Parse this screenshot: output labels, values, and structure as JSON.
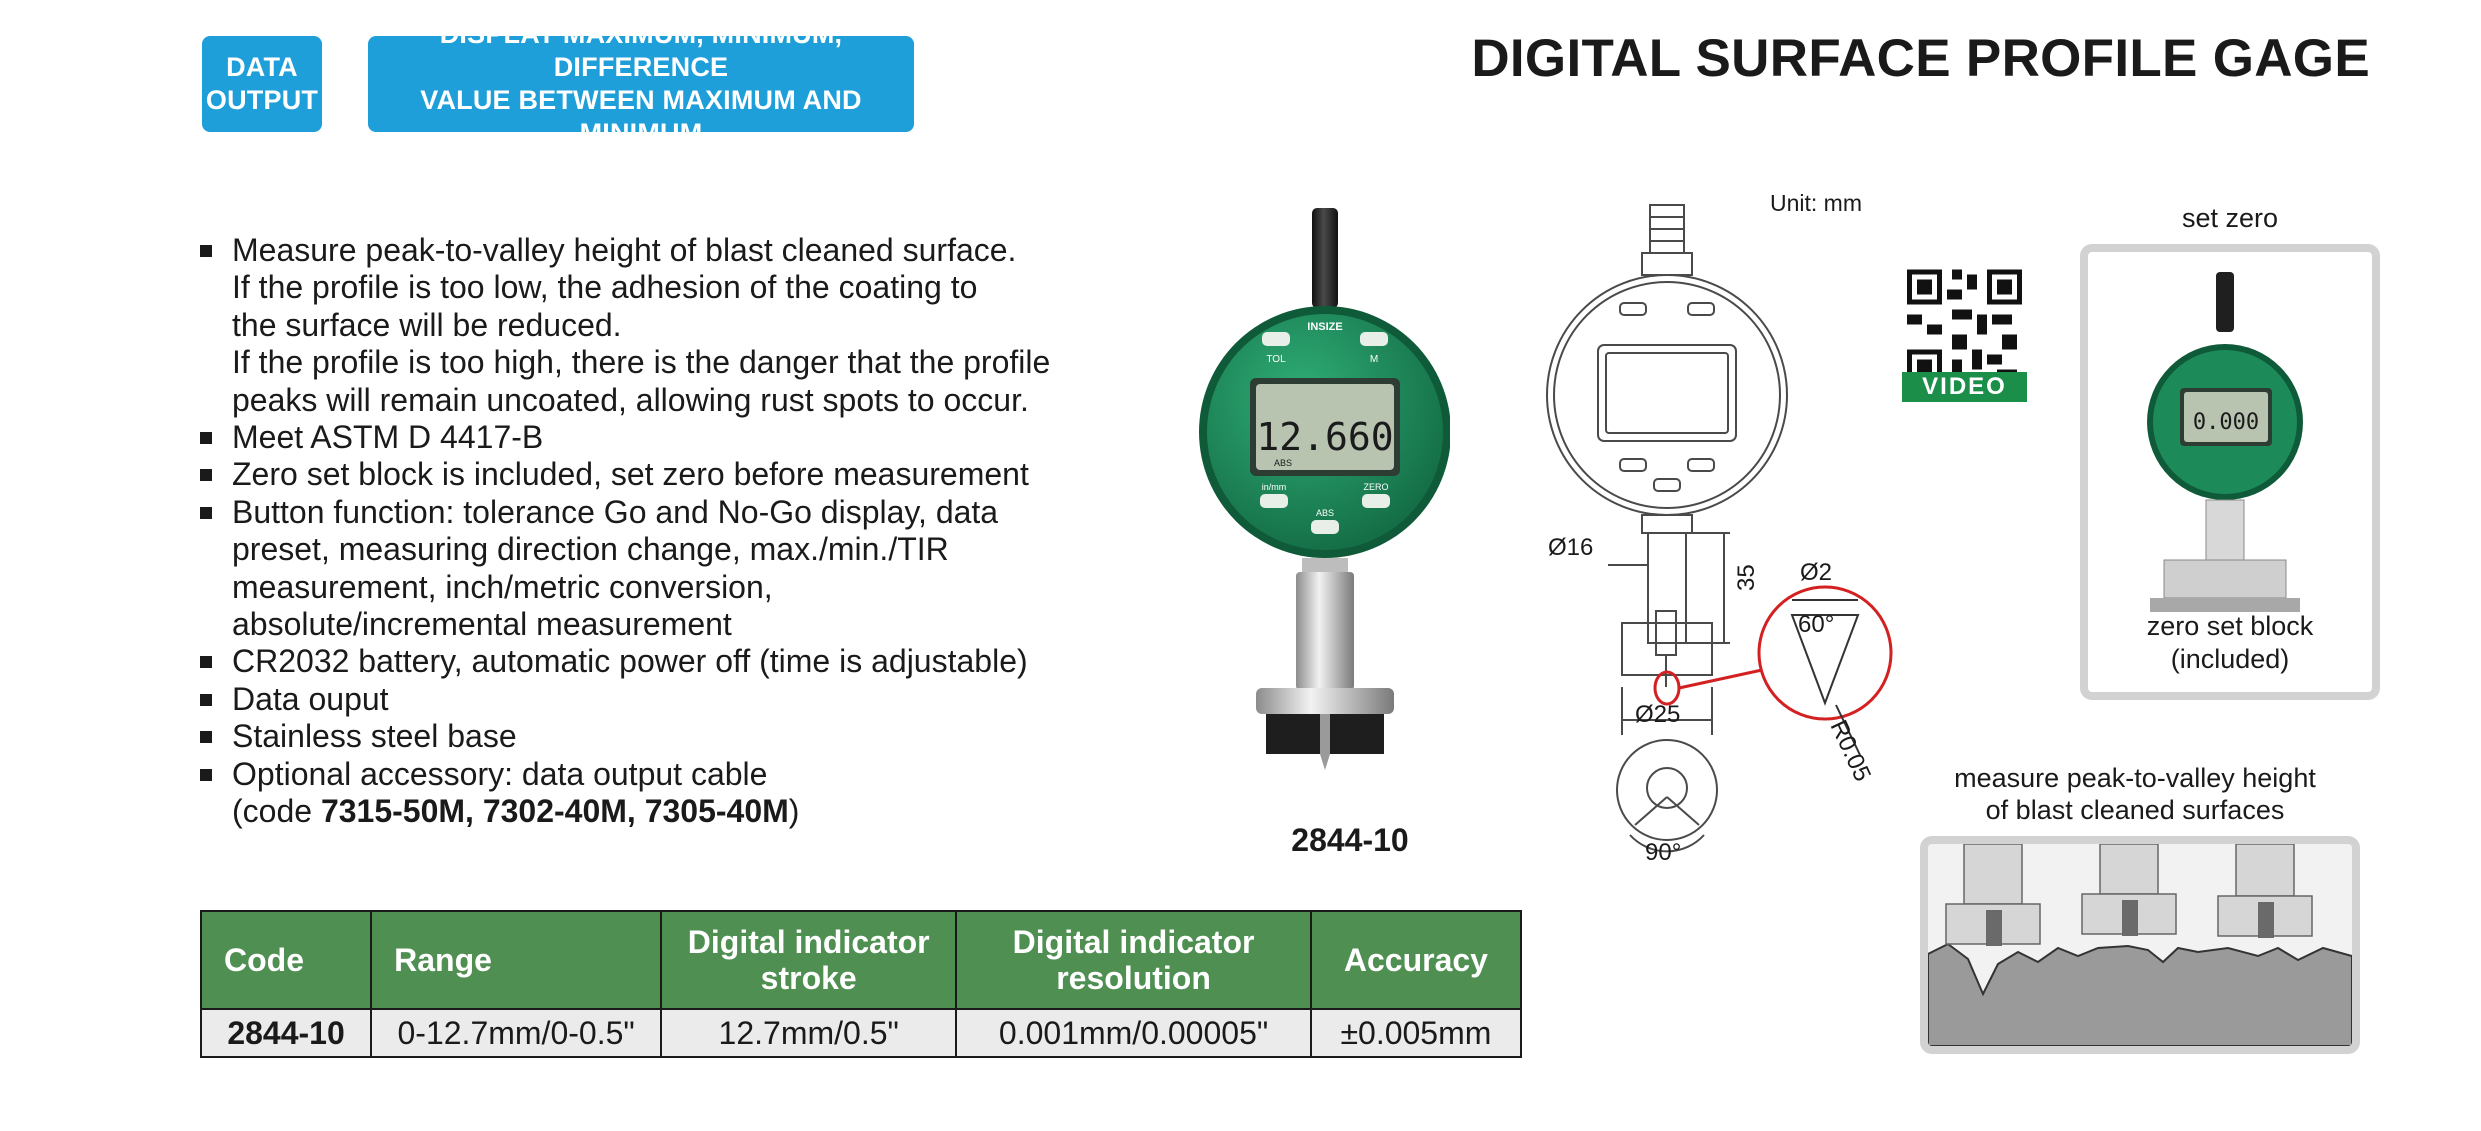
{
  "badges": {
    "data_output": [
      "DATA",
      "OUTPUT"
    ],
    "display": [
      "DISPLAY MAXIMUM, MINIMUM, DIFFERENCE",
      "VALUE BETWEEN MAXIMUM AND MINIMUM"
    ]
  },
  "title": "DIGITAL SURFACE PROFILE GAGE",
  "features": [
    [
      "Measure peak-to-valley height of blast cleaned surface.",
      "If the profile is too low, the adhesion of the coating to",
      "the surface will be reduced.",
      "If the profile is too high, there is the danger that the profile",
      "peaks will remain uncoated, allowing rust spots to occur."
    ],
    [
      "Meet ASTM D 4417-B"
    ],
    [
      "Zero set block is included, set zero before measurement"
    ],
    [
      "Button function: tolerance Go and No-Go display, data",
      "preset, measuring direction change, max./min./TIR",
      "measurement, inch/metric conversion,",
      "absolute/incremental measurement"
    ],
    [
      "CR2032 battery, automatic power off (time is adjustable)"
    ],
    [
      "Data ouput"
    ],
    [
      "Stainless steel base"
    ]
  ],
  "optional_accessory": {
    "line1": "Optional accessory: data output cable",
    "prefix": "(code ",
    "codes": "7315-50M, 7302-40M, 7305-40M",
    "suffix": ")"
  },
  "gauge": {
    "brand": "INSIZE",
    "display_reading": "12.660",
    "buttons": {
      "tol": "TOL",
      "m": "M",
      "in_mm": "in/mm",
      "abs": "ABS",
      "zero": "ZERO"
    },
    "abs_indicator": "ABS"
  },
  "product_code": "2844-10",
  "drawing": {
    "unit": "Unit: mm",
    "dims": {
      "stem_diameter": "Ø16",
      "length": "35",
      "tip_diameter": "Ø2",
      "tip_angle": "60°",
      "base_diameter": "Ø25",
      "radius": "R0.05",
      "bottom_angle": "90°"
    }
  },
  "video_label": "VIDEO",
  "set_zero": {
    "title": "set zero",
    "display_reading": "0.000",
    "caption": [
      "zero set block",
      "(included)"
    ]
  },
  "profile_illustration": {
    "title": [
      "measure peak-to-valley height",
      "of blast cleaned surfaces"
    ]
  },
  "table": {
    "headers": [
      [
        "Code"
      ],
      [
        "Range"
      ],
      [
        "Digital indicator",
        "stroke"
      ],
      [
        "Digital indicator",
        "resolution"
      ],
      [
        "Accuracy"
      ]
    ],
    "rows": [
      [
        "2844-10",
        "0-12.7mm/0-0.5\"",
        "12.7mm/0.5\"",
        "0.001mm/0.00005\"",
        "±0.005mm"
      ]
    ]
  },
  "colors": {
    "badge_blue": "#1e9fd9",
    "table_header_green": "#4f8f52",
    "gauge_green": "#1d8a5a",
    "highlight_red": "#d32020"
  }
}
